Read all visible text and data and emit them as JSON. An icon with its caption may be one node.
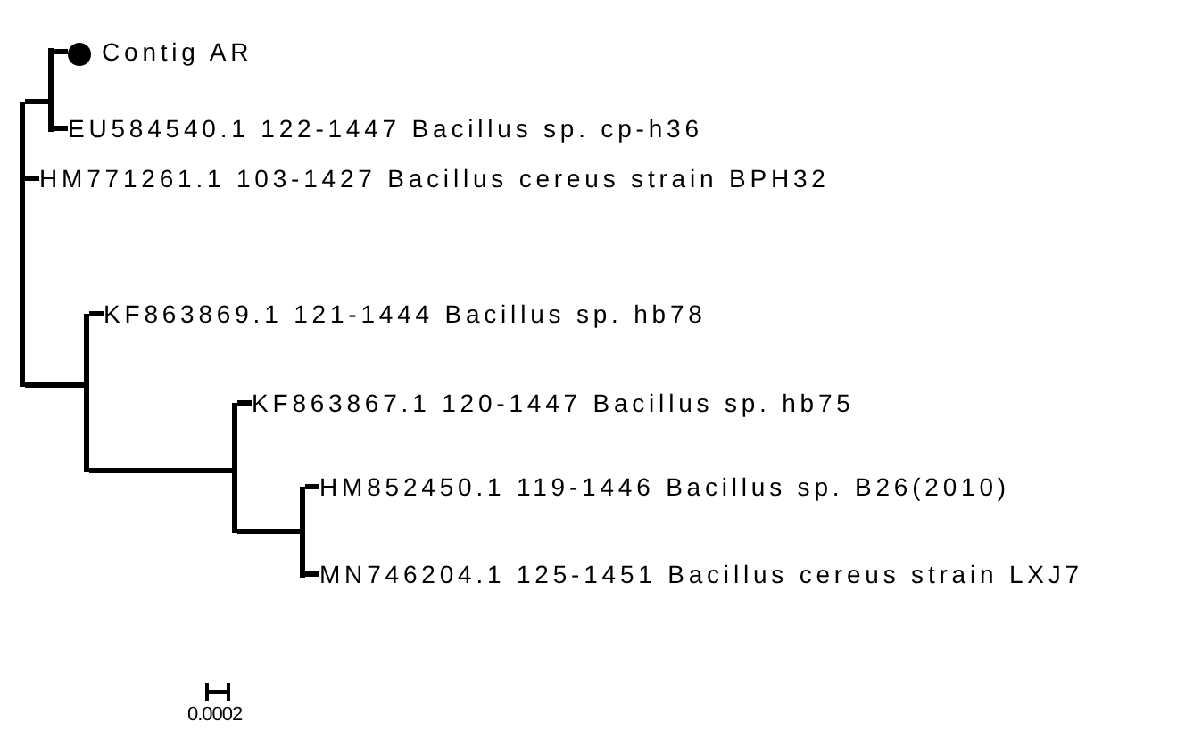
{
  "diagram": {
    "nodes": [
      {
        "text": [],
        "shape": "bar"
      },
      {
        "text": [],
        "shape": "bar"
      },
      {
        "text": [
          "Contig AR"
        ]
      },
      {
        "text": [
          "EU584540.1 122-1447 Bacillus sp. cp-h36"
        ]
      },
      {
        "text": [
          "HM771261.1 103-1427 Bacillus cereus strain BPH32"
        ]
      },
      {
        "text": [],
        "shape": "bar"
      },
      {
        "text": [
          "KF863869.1 121-1444 Bacillus sp. hb78"
        ]
      },
      {
        "text": [],
        "shape": "bar"
      },
      {
        "text": [
          "KF863867.1 120-1447 Bacillus sp. hb75"
        ]
      },
      {
        "text": [],
        "shape": "bar"
      },
      {
        "text": [
          "HM852450.1 119-1446 Bacillus sp. B26(2010)"
        ]
      },
      {
        "text": [
          "MN746204.1 125-1451 Bacillus cereus strain LXJ7"
        ]
      }
    ],
    "edges": [
      {
        "from": 0,
        "to": 1,
        "arrow": "none"
      },
      {
        "from": 1,
        "to": 2,
        "arrow": "none"
      },
      {
        "from": 1,
        "to": 3,
        "arrow": "none"
      },
      {
        "from": 0,
        "to": 4,
        "arrow": "none"
      },
      {
        "from": 0,
        "to": 5,
        "arrow": "none"
      },
      {
        "from": 5,
        "to": 6,
        "arrow": "none"
      },
      {
        "from": 5,
        "to": 7,
        "arrow": "none"
      },
      {
        "from": 7,
        "to": 8,
        "arrow": "none"
      },
      {
        "from": 7,
        "to": 9,
        "arrow": "none"
      },
      {
        "from": 9,
        "to": 10,
        "arrow": "none"
      },
      {
        "from": 9,
        "to": 11,
        "arrow": "none"
      }
    ],
    "labels": [
      "0.0002"
    ]
  }
}
